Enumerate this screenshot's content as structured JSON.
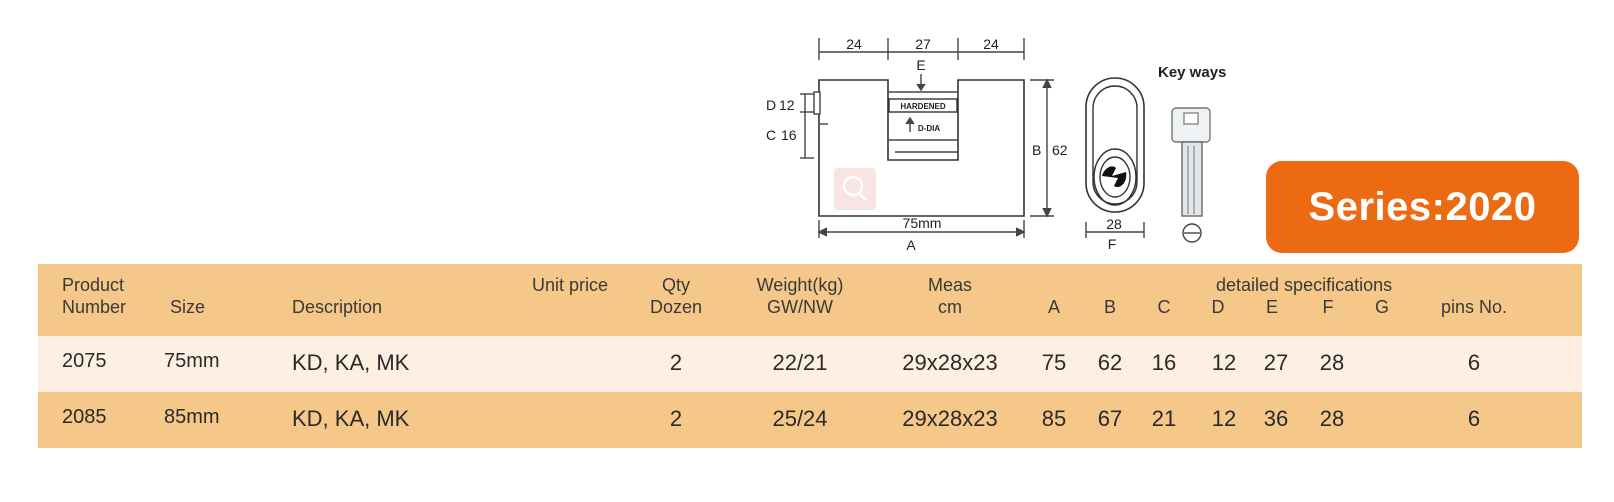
{
  "diagram": {
    "dim_top": [
      "24",
      "27",
      "24"
    ],
    "label_e": "E",
    "label_hardened": "HARDENED",
    "label_ddia": "D-DIA",
    "label_d": "D",
    "value_d": "12",
    "label_c": "C",
    "value_c": "16",
    "label_b": "B",
    "value_b": "62",
    "value_a": "75mm",
    "label_a": "A",
    "value_f": "28",
    "label_f": "F",
    "keyways_title": "Key ways"
  },
  "series": {
    "label": "Series:2020"
  },
  "table": {
    "headers": {
      "product_number": [
        "Product",
        "Number"
      ],
      "size": "Size",
      "description": "Description",
      "unit_price": "Unit price",
      "qty": [
        "Qty",
        "Dozen"
      ],
      "weight": [
        "Weight(kg)",
        "GW/NW"
      ],
      "meas": [
        "Meas",
        "cm"
      ],
      "detailed_specs": "detailed specifications",
      "spec_cols": [
        "A",
        "B",
        "C",
        "D",
        "E",
        "F",
        "G"
      ],
      "pins": "pins No."
    },
    "rows": [
      {
        "product": "2075",
        "size": "75mm",
        "description": "KD, KA, MK",
        "unit_price": "",
        "qty": "2",
        "weight": "22/21",
        "meas": "29x28x23",
        "a": "75",
        "b": "62",
        "c": "16",
        "d": "12",
        "e": "27",
        "f": "28",
        "g": "",
        "pins": "6"
      },
      {
        "product": "2085",
        "size": "85mm",
        "description": "KD, KA, MK",
        "unit_price": "",
        "qty": "2",
        "weight": "25/24",
        "meas": "29x28x23",
        "a": "85",
        "b": "67",
        "c": "21",
        "d": "12",
        "e": "36",
        "f": "28",
        "g": "",
        "pins": "6"
      }
    ]
  },
  "colors": {
    "accent_orange": "#ec6b12",
    "header_bg": "#f5c788",
    "row_light": "#fdf0e2"
  }
}
